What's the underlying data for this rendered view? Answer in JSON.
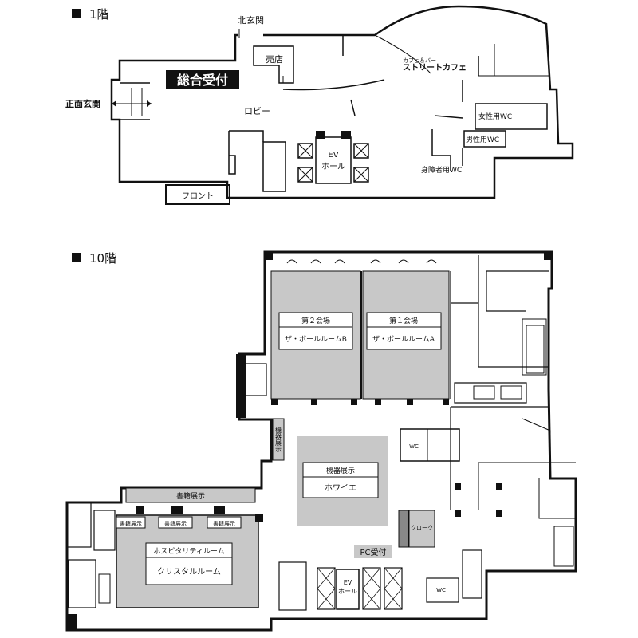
{
  "floor1": {
    "heading": "■ 1階",
    "north_entrance": "北玄関",
    "shop": "売店",
    "cafe_small": "カフェ＆バー",
    "cafe": "ストリートカフェ",
    "reception": "総合受付",
    "main_entrance": "正面玄関",
    "lobby": "ロビー",
    "womens_wc": "女性用WC",
    "mens_wc": "男性用WC",
    "accessible_wc": "身障者用WC",
    "ev_line1": "EV",
    "ev_line2": "ホール",
    "front": "フロント"
  },
  "floor10": {
    "heading": "■ 10階",
    "room2_title": "第２会場",
    "room2_name": "ザ・ボールルームB",
    "room1_title": "第１会場",
    "room1_name": "ザ・ボールルームA",
    "equipment_side": "機器展示",
    "equipment_title": "機器展示",
    "equipment_room": "ホワイエ",
    "books_main": "書籍展示",
    "books_1": "書籍展示",
    "books_2": "書籍展示",
    "books_3": "書籍展示",
    "hosp_title": "ホスピタリティルーム",
    "hosp_name": "クリスタルルーム",
    "wc_a": "WC",
    "wc_b": "WC",
    "cloak": "クローク",
    "pc_reception": "PC受付",
    "ev_line1": "EV",
    "ev_line2": "ホール"
  },
  "colors": {
    "wall": "#111111",
    "room_fill": "#c8c8c8",
    "label_fill": "#ffffff",
    "reception_bg": "#111111"
  }
}
